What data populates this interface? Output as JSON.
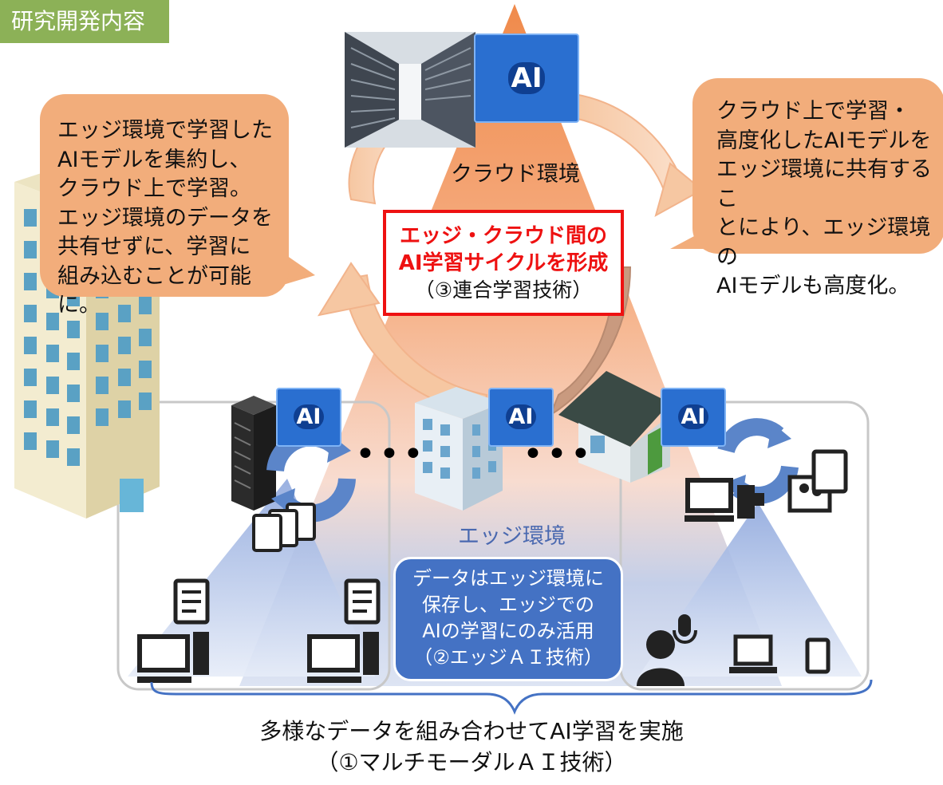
{
  "header": {
    "tag": "研究開発内容"
  },
  "cloud": {
    "label": "クラウド環境",
    "chip": "AI"
  },
  "bubbles": {
    "left": "エッジ環境で学習した\nAIモデルを集約し、\nクラウド上で学習。\nエッジ環境のデータを\n共有せずに、学習に\n組み込むことが可能に。",
    "right": "クラウド上で学習・\n高度化したAIモデルを\nエッジ環境に共有するこ\nとにより、エッジ環境の\nAIモデルも高度化。"
  },
  "center_box": {
    "line1": "エッジ・クラウド間の",
    "line2": "AI学習サイクルを形成",
    "line3": "（③連合学習技術）"
  },
  "edge": {
    "label": "エッジ環境",
    "note": "データはエッジ環境に\n保存し、エッジでの\nAIの学習にのみ活用\n（②エッジＡＩ技術）",
    "chips": [
      "AI",
      "AI",
      "AI"
    ],
    "dots": "•••"
  },
  "bottom": {
    "line1": "多様なデータを組み合わせてAI学習を実施",
    "line2": "（①マルチモーダルＡＩ技術）"
  },
  "colors": {
    "tag": "#8cb157",
    "bubble": "#f2ad7b",
    "accent_red": "#ee1111",
    "edge_blue": "#4472c4",
    "chip_blue": "#2a6fd0",
    "arrow_orange": "#f7c4a0"
  }
}
